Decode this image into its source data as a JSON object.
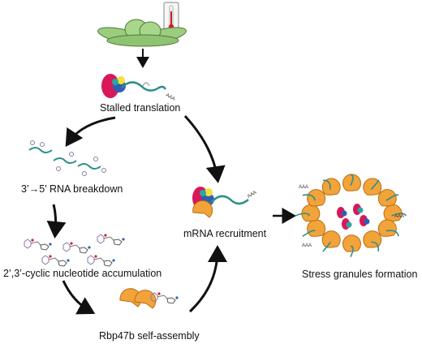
{
  "labels": {
    "stalled": "Stalled translation",
    "breakdown": "3’→5’ RNA breakdown",
    "accumulation": "2’,3’-cyclic nucleotide accumulation",
    "self_assembly": "Rbp47b self-assembly",
    "recruitment": "mRNA recruitment",
    "stress_granules": "Stress granules formation",
    "polyA": "AAA"
  },
  "colors": {
    "leaf": "#9ccc7e",
    "leaf_stroke": "#4e7a3a",
    "ribosome_large": "#d8185a",
    "ribosome_small": "#2f5fb0",
    "factor_yellow": "#f1e13a",
    "factor_teal": "#2aa7a0",
    "mrna": "#2c8f8a",
    "rbp47b": "#f2a33a",
    "nucleotide": "#8a7aa8",
    "thermometer_red": "#d0202a",
    "arrow": "#111111"
  },
  "icons": [
    "thermometer-icon",
    "plant-icon",
    "ribosome-icon",
    "rbp47b-icon",
    "nucleotide-icon"
  ]
}
